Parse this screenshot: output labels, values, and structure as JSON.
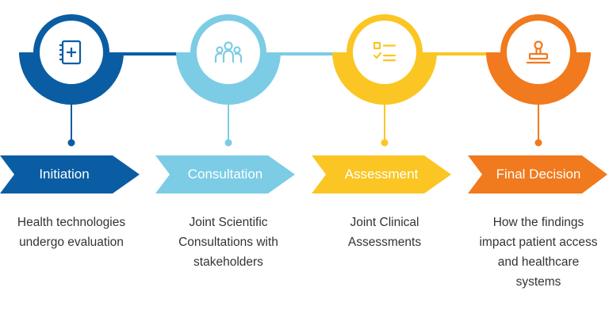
{
  "steps": [
    {
      "label": "Initiation",
      "description_lines": [
        "Health technologies",
        "undergo evaluation"
      ],
      "icon": "medical-file-icon",
      "color": "#0A5DA3"
    },
    {
      "label": "Consultation",
      "description_lines": [
        "Joint Scientific",
        "Consultations with",
        "stakeholders"
      ],
      "icon": "people-group-icon",
      "color": "#7CCCE5"
    },
    {
      "label": "Assessment",
      "description_lines": [
        "Joint Clinical",
        "Assessments"
      ],
      "icon": "checklist-icon",
      "color": "#FBC623"
    },
    {
      "label": "Final Decision",
      "description_lines": [
        "How the findings",
        "impact patient access",
        "and healthcare",
        "systems"
      ],
      "icon": "stamp-icon",
      "color": "#F07A1D"
    }
  ]
}
